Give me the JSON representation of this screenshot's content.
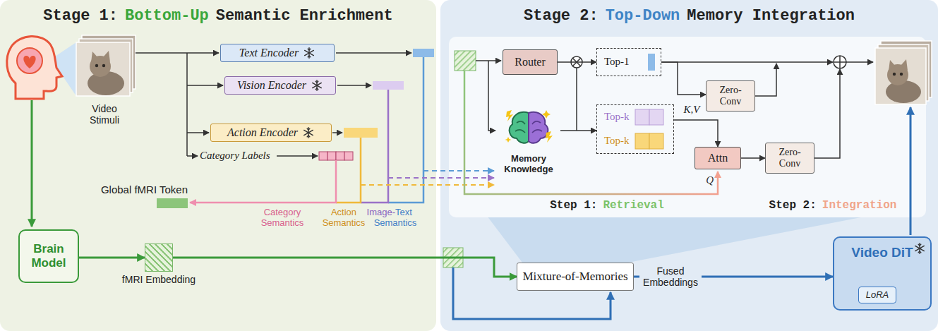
{
  "diagram": {
    "nodes": [
      {
        "text": [
          "Stage 1:",
          "Bottom-Up",
          "Semantic Enrichment"
        ]
      },
      {
        "text": [
          "Text Encoder"
        ],
        "in": 0
      },
      {
        "text": [
          "Vision Encoder"
        ],
        "in": 0
      },
      {
        "text": [
          "Action Encoder"
        ],
        "in": 0
      },
      {
        "text": [
          "Global fMRI Token"
        ],
        "in": 0
      },
      {
        "text": [
          "Brain Model"
        ],
        "in": 0
      },
      {
        "text": [
          "fMRI Embedding"
        ],
        "in": 0
      },
      {
        "text": [
          "Stage 2:",
          "Top-Down",
          "Memory Integration"
        ]
      },
      {
        "text": [
          "Step 1:",
          "Retrieval",
          "Step 2:",
          "Integration"
        ],
        "in": 7
      },
      {
        "text": [
          "Router"
        ],
        "in": 8
      },
      {
        "text": [
          "Memory Knowledge"
        ],
        "in": 8
      },
      {
        "text": [
          "Top-1"
        ],
        "in": 8
      },
      {
        "text": [
          "Top-k",
          "Top-k"
        ],
        "in": 8
      },
      {
        "text": [
          "Zero-Conv"
        ],
        "in": 8
      },
      {
        "text": [
          "Attn"
        ],
        "in": 8
      },
      {
        "text": [
          "Zero-Conv"
        ],
        "in": 8
      },
      {
        "text": [
          "Mixture-of-Memories"
        ],
        "in": 7
      },
      {
        "text": [
          "Video DiT"
        ],
        "in": 7
      },
      {
        "text": [
          "LoRA"
        ],
        "in": 17
      }
    ],
    "edges": [
      {
        "from": 5,
        "to": 6,
        "arrow": "to"
      },
      {
        "from": 6,
        "to": 16,
        "arrow": "to"
      },
      {
        "from": 16,
        "to": 17,
        "label": "Fused Embeddings",
        "arrow": "to"
      },
      {
        "from": 9,
        "to": 11,
        "arrow": "to"
      },
      {
        "from": 10,
        "to": 12,
        "arrow": "to"
      },
      {
        "from": 12,
        "to": 14,
        "label": "K,V",
        "arrow": "to"
      },
      {
        "from": 14,
        "to": 15,
        "arrow": "to"
      },
      {
        "from": 11,
        "to": 13,
        "arrow": "to"
      }
    ],
    "labels": [
      "Video Stimuli",
      "Category Labels",
      "Category",
      "Semantics",
      "Action",
      "Semantics",
      "Image-",
      "Text",
      "Semantics",
      "Q"
    ]
  }
}
